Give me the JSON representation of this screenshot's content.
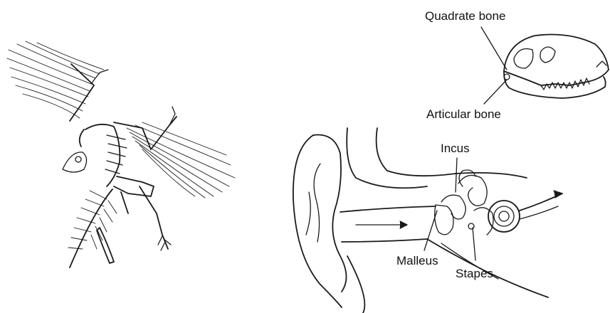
{
  "labels": {
    "quadrate": "Quadrate bone",
    "articular": "Articular bone",
    "incus": "Incus",
    "malleus": "Malleus",
    "stapes": "Stapes"
  },
  "icons": {
    "fossil": "archaeopteryx-fossil-drawing",
    "skull": "reptile-skull-drawing",
    "ear": "human-ear-anatomy-drawing"
  },
  "colors": {
    "ink": "#1a1a1a",
    "background": "#ffffff"
  }
}
